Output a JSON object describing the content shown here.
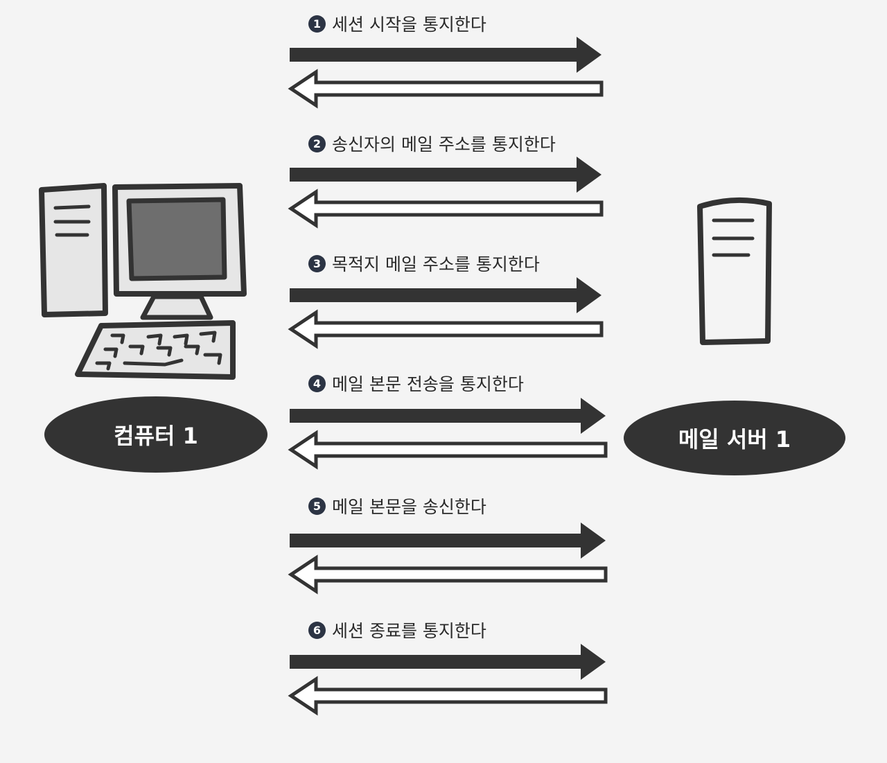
{
  "nodes": {
    "client": "컴퓨터 1",
    "server": "메일 서버 1"
  },
  "steps": [
    {
      "num": "1",
      "text": "세션 시작을 통지한다"
    },
    {
      "num": "2",
      "text": "송신자의 메일 주소를 통지한다"
    },
    {
      "num": "3",
      "text": "목적지 메일 주소를 통지한다"
    },
    {
      "num": "4",
      "text": "메일 본문 전송을 통지한다"
    },
    {
      "num": "5",
      "text": "메일 본문을 송신한다"
    },
    {
      "num": "6",
      "text": "세션 종료를 통지한다"
    }
  ],
  "colors": {
    "fill_dark": "#333333",
    "step_badge": "#2c3444",
    "device_body": "#e8e8e8",
    "screen": "#6e6e6e"
  },
  "icons": [
    "desktop-computer-icon",
    "server-tower-icon"
  ]
}
